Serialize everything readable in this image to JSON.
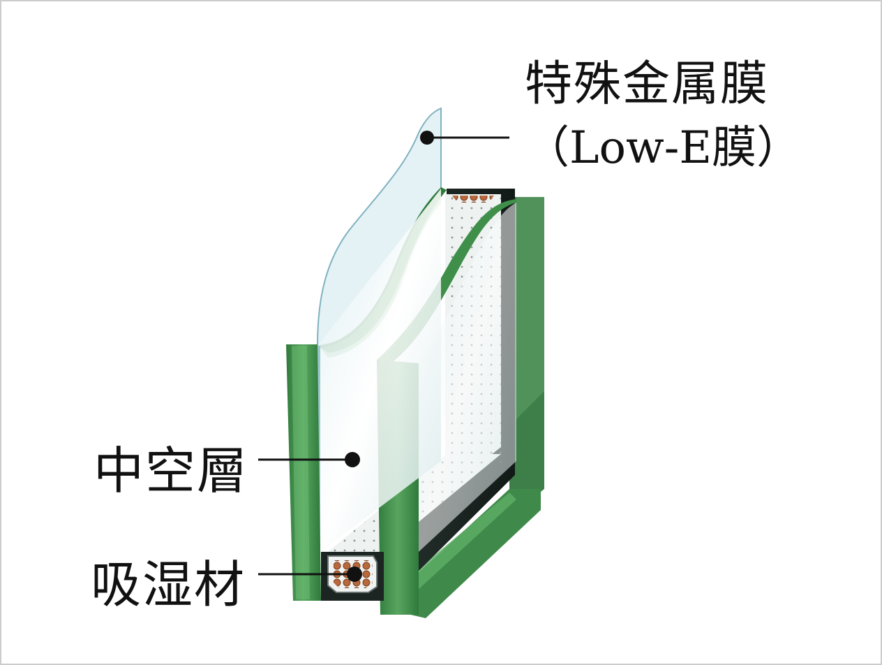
{
  "labels": {
    "low_e_line1": "特殊金属膜",
    "low_e_line2": "（Low-E膜）",
    "hollow_layer": "中空層",
    "desiccant": "吸湿材"
  },
  "colors": {
    "glass_edge_green": "#3f8f4a",
    "glass_face": "#eef6f7",
    "spacer_dark": "#1f2a27",
    "desiccant_beads": "#b8683a",
    "leader_line": "#111111"
  }
}
